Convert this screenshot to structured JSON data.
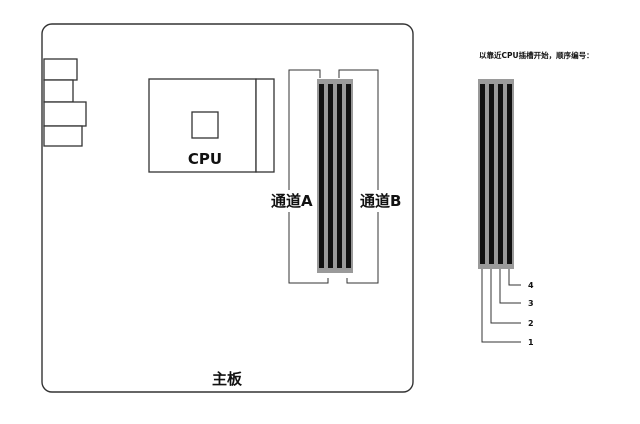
{
  "motherboard": {
    "label": "主板"
  },
  "cpu": {
    "label": "CPU"
  },
  "channels": {
    "a_label": "通道A",
    "b_label": "通道B"
  },
  "slot_numbering": {
    "note": "以靠近CPU插槽开始，顺序编号：",
    "numbers": [
      "1",
      "2",
      "3",
      "4"
    ]
  },
  "colors": {
    "outline": "#333333",
    "slot_body": "#111111",
    "slot_edge": "#9a9a9a"
  }
}
